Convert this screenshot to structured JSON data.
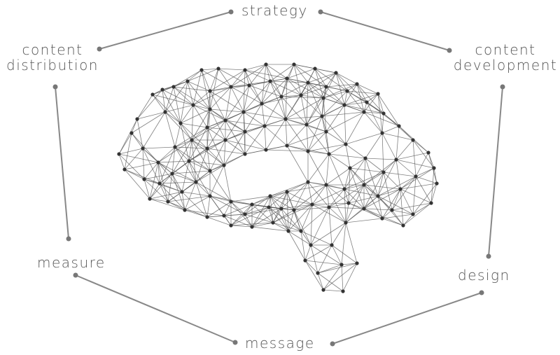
{
  "labels": {
    "strategy": "strategy",
    "content_development": [
      "content",
      "development"
    ],
    "design": "design",
    "message": "message",
    "measure": "measure",
    "content_distribution": [
      "content",
      "distribution"
    ]
  },
  "colors": {
    "text": "#555555",
    "connector": "#888888",
    "dot": "#777777",
    "mesh_line": "#555555",
    "mesh_node": "#333333"
  },
  "illustration": "brain-wireframe-network"
}
